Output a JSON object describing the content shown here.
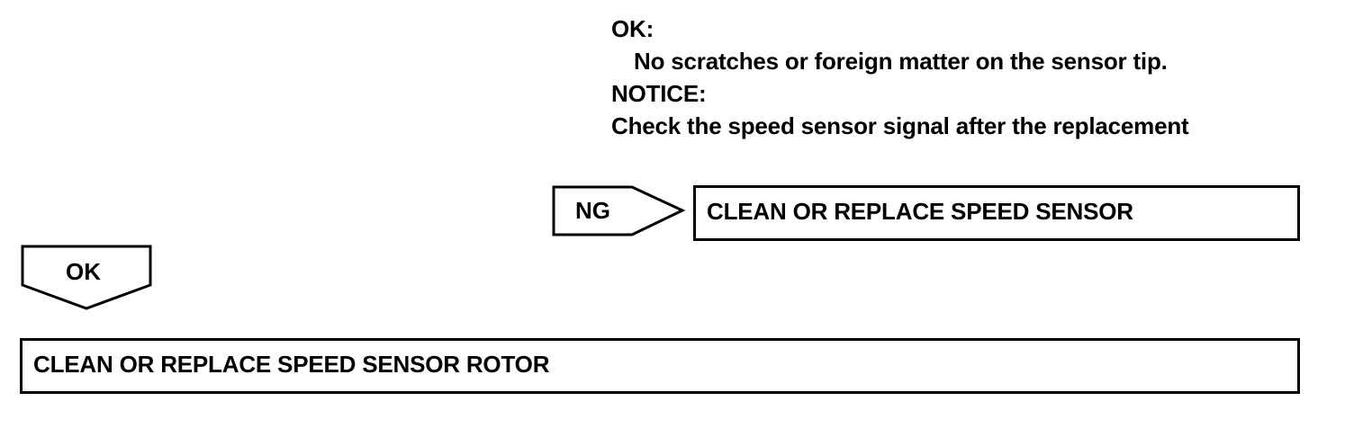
{
  "check_note": {
    "ok_heading": "OK:",
    "ok_text": "No scratches or foreign matter on the sensor tip.",
    "notice_heading": "NOTICE:",
    "notice_text": "Check the speed sensor signal after the replacement"
  },
  "ng_branch": {
    "arrow_label": "NG",
    "action_box": "CLEAN OR REPLACE SPEED SENSOR"
  },
  "ok_branch": {
    "arrow_label": "OK",
    "action_box": "CLEAN OR REPLACE SPEED SENSOR ROTOR"
  },
  "colors": {
    "stroke": "#000000",
    "background": "#ffffff"
  }
}
